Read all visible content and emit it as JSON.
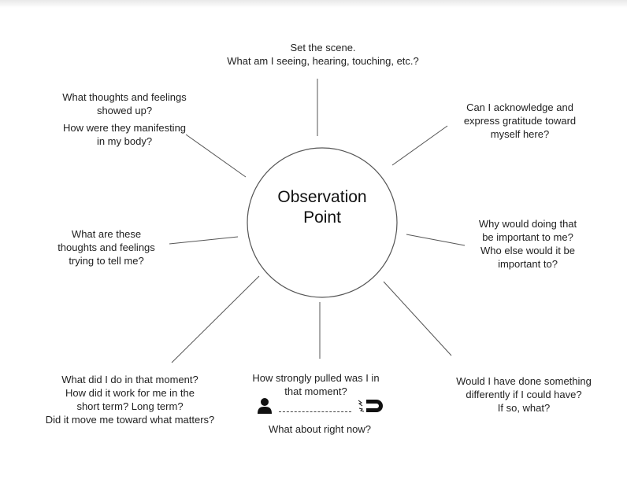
{
  "center": {
    "line1": "Observation",
    "line2": "Point"
  },
  "prompts": {
    "top": [
      "Set the scene.",
      "What am I seeing, hearing, touching, etc.?"
    ],
    "top_left_a": [
      "What thoughts and feelings",
      "showed up?"
    ],
    "top_left_b": [
      "How were they manifesting",
      "in my body?"
    ],
    "top_right": [
      "Can I acknowledge and",
      "express gratitude toward",
      "myself here?"
    ],
    "left": [
      "What are these",
      "thoughts and feelings",
      "trying to tell me?"
    ],
    "right_a": [
      "Why would doing that",
      "be important to me?"
    ],
    "right_b": [
      "Who else would it be",
      "important to?"
    ],
    "bottom_left": [
      "What did I do in that moment?",
      "How did it work for me in the",
      "short term? Long term?",
      "Did it move me toward what matters?"
    ],
    "bottom_a": [
      "How strongly pulled was I in",
      "that moment?"
    ],
    "bottom_b": "What about right now?",
    "bottom_right": [
      "Would I have done something",
      "differently if I could have?",
      "If so, what?"
    ]
  },
  "icons": {
    "scale_start": "person-icon",
    "scale_end": "magnet-icon"
  },
  "colors": {
    "line": "#555555",
    "text": "#222222"
  }
}
